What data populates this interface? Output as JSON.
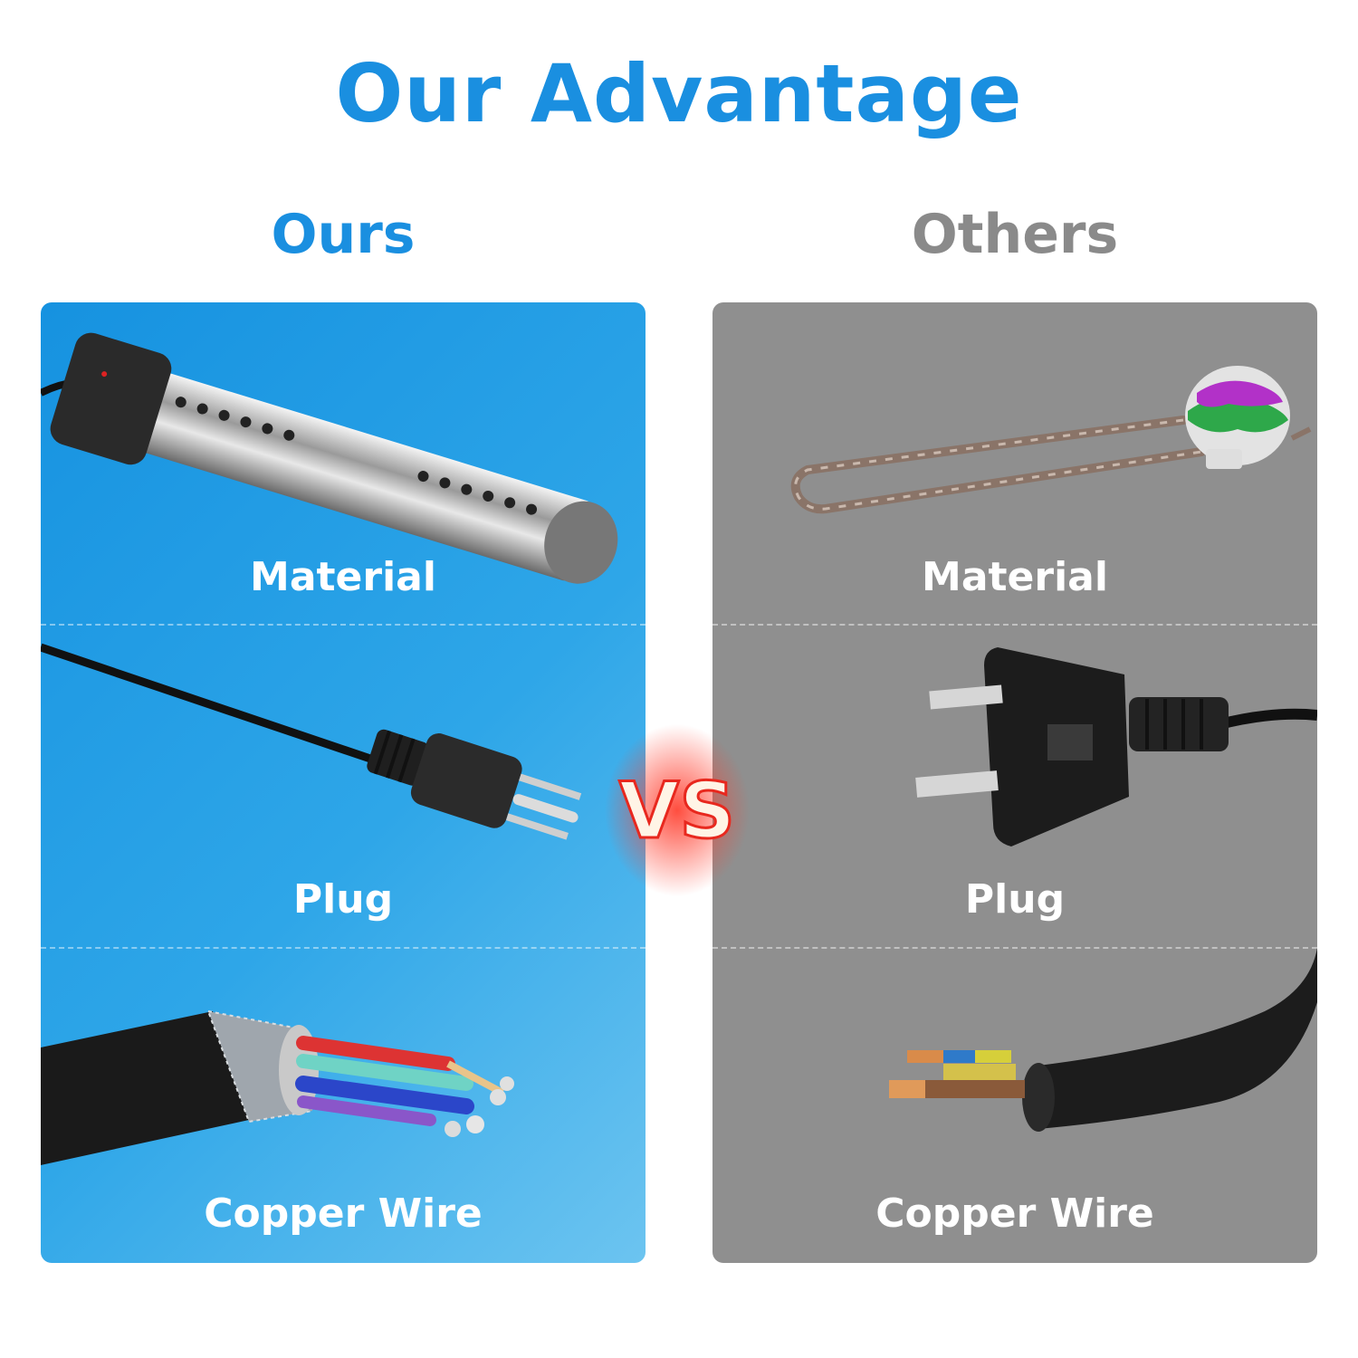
{
  "header": {
    "title": "Our Advantage"
  },
  "columns": {
    "ours": {
      "heading": "Ours",
      "items": [
        {
          "label": "Material"
        },
        {
          "label": "Plug"
        },
        {
          "label": "Copper Wire"
        }
      ]
    },
    "others": {
      "heading": "Others",
      "items": [
        {
          "label": "Material"
        },
        {
          "label": "Plug"
        },
        {
          "label": "Copper Wire"
        }
      ]
    }
  },
  "vs_badge": "VS",
  "colors": {
    "accent": "#1a8fe0",
    "others_heading": "#8a8a8a",
    "others_panel": "#8f8f8f",
    "vs_red": "#e8281e"
  }
}
